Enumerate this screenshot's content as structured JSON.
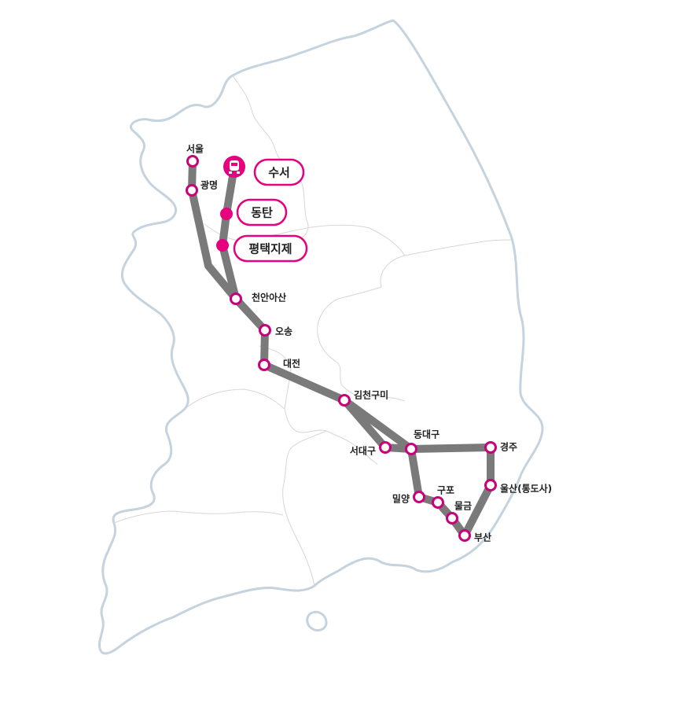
{
  "colors": {
    "route": "#7a7a7a",
    "station_ring": "#c8007a",
    "highlight": "#e6007e",
    "outline": "#c5d3de",
    "region_border": "#d6d6d6"
  },
  "stations": [
    {
      "id": "seoul",
      "label": "서울"
    },
    {
      "id": "gwangmyeong",
      "label": "광명"
    },
    {
      "id": "cheonanasan",
      "label": "천안아산"
    },
    {
      "id": "osong",
      "label": "오송"
    },
    {
      "id": "daejeon",
      "label": "대전"
    },
    {
      "id": "gimcheongumi",
      "label": "김천구미"
    },
    {
      "id": "seodaegu",
      "label": "서대구"
    },
    {
      "id": "dongdaegu",
      "label": "동대구"
    },
    {
      "id": "gyeongju",
      "label": "경주"
    },
    {
      "id": "ulsan",
      "label": "울산(통도사)"
    },
    {
      "id": "miryang",
      "label": "밀양"
    },
    {
      "id": "gupo",
      "label": "구포"
    },
    {
      "id": "mulgeum",
      "label": "물금"
    },
    {
      "id": "busan",
      "label": "부산"
    }
  ],
  "srt_stations": [
    {
      "id": "suseo",
      "label": "수서",
      "icon": "train-icon"
    },
    {
      "id": "dongtan",
      "label": "동탄"
    },
    {
      "id": "pyeongtaekjije",
      "label": "평택지제"
    }
  ]
}
